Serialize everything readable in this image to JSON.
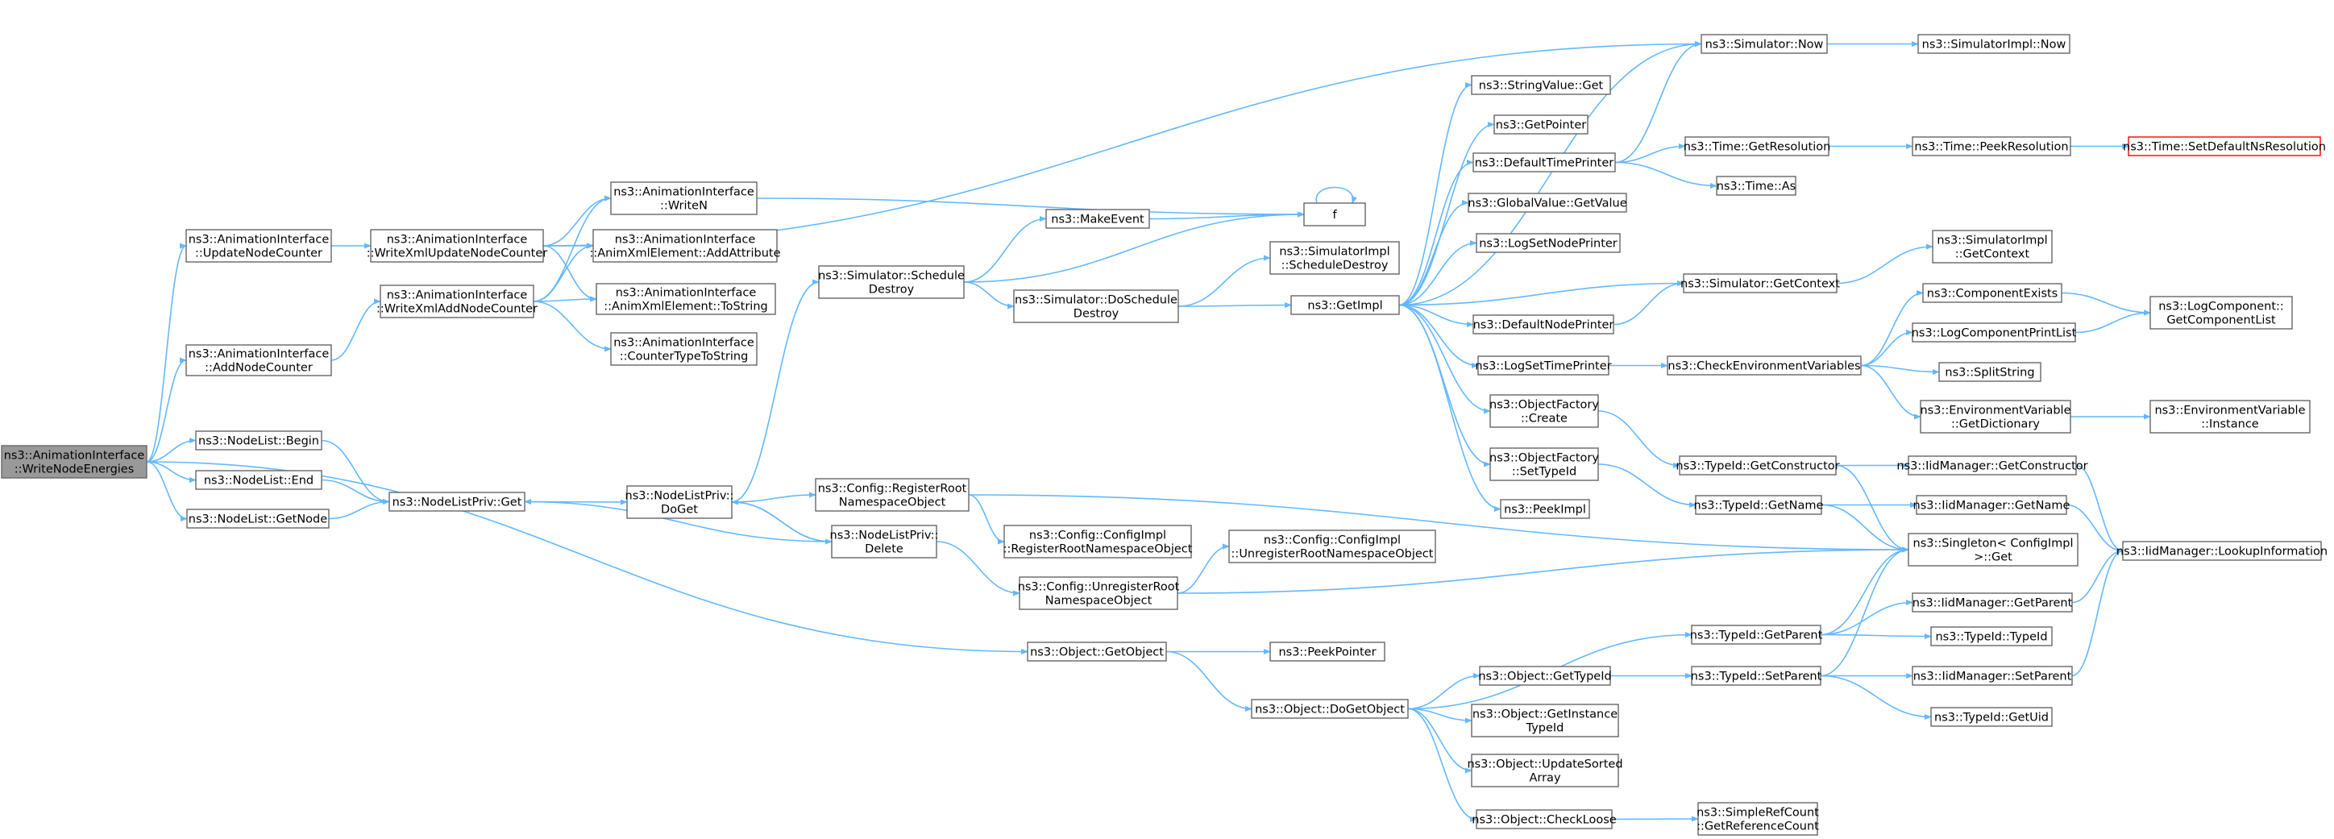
{
  "graph": {
    "root_color": "#999999",
    "edge_color": "#63b8ff",
    "highlight_color": "#ff0000",
    "nodes": [
      {
        "id": "root",
        "lines": [
          "ns3::AnimationInterface",
          "::WriteNodeEnergies"
        ]
      },
      {
        "id": "upd_counter",
        "lines": [
          "ns3::AnimationInterface",
          "::UpdateNodeCounter"
        ]
      },
      {
        "id": "add_counter",
        "lines": [
          "ns3::AnimationInterface",
          "::AddNodeCounter"
        ]
      },
      {
        "id": "nl_begin",
        "lines": [
          "ns3::NodeList::Begin"
        ]
      },
      {
        "id": "nl_end",
        "lines": [
          "ns3::NodeList::End"
        ]
      },
      {
        "id": "nl_getnode",
        "lines": [
          "ns3::NodeList::GetNode"
        ]
      },
      {
        "id": "wx_update",
        "lines": [
          "ns3::AnimationInterface",
          "::WriteXmlUpdateNodeCounter"
        ]
      },
      {
        "id": "wx_add",
        "lines": [
          "ns3::AnimationInterface",
          "::WriteXmlAddNodeCounter"
        ]
      },
      {
        "id": "nlp_get",
        "lines": [
          "ns3::NodeListPriv::Get"
        ]
      },
      {
        "id": "writen",
        "lines": [
          "ns3::AnimationInterface",
          "::WriteN"
        ]
      },
      {
        "id": "addattr",
        "lines": [
          "ns3::AnimationInterface",
          "::AnimXmlElement::AddAttribute"
        ]
      },
      {
        "id": "tostring",
        "lines": [
          "ns3::AnimationInterface",
          "::AnimXmlElement::ToString"
        ]
      },
      {
        "id": "ctype",
        "lines": [
          "ns3::AnimationInterface",
          "::CounterTypeToString"
        ]
      },
      {
        "id": "nlp_doget",
        "lines": [
          "ns3::NodeListPriv::",
          "DoGet"
        ]
      },
      {
        "id": "nlp_delete",
        "lines": [
          "ns3::NodeListPriv::",
          "Delete"
        ]
      },
      {
        "id": "sim_schedd",
        "lines": [
          "ns3::Simulator::Schedule",
          "Destroy"
        ]
      },
      {
        "id": "makeevent",
        "lines": [
          "ns3::MakeEvent"
        ]
      },
      {
        "id": "sim_dosched",
        "lines": [
          "ns3::Simulator::DoSchedule",
          "Destroy"
        ]
      },
      {
        "id": "cfg_reg",
        "lines": [
          "ns3::Config::RegisterRoot",
          "NamespaceObject"
        ]
      },
      {
        "id": "cfg_unreg",
        "lines": [
          "ns3::Config::UnregisterRoot",
          "NamespaceObject"
        ]
      },
      {
        "id": "cfgimpl_reg",
        "lines": [
          "ns3::Config::ConfigImpl",
          "::RegisterRootNamespaceObject"
        ]
      },
      {
        "id": "cfgimpl_unreg",
        "lines": [
          "ns3::Config::ConfigImpl",
          "::UnregisterRootNamespaceObject"
        ]
      },
      {
        "id": "obj_getobject",
        "lines": [
          "ns3::Object::GetObject"
        ]
      },
      {
        "id": "peekpointer",
        "lines": [
          "ns3::PeekPointer"
        ]
      },
      {
        "id": "obj_dogetobject",
        "lines": [
          "ns3::Object::DoGetObject"
        ]
      },
      {
        "id": "f",
        "lines": [
          "f"
        ]
      },
      {
        "id": "simimpl_sched",
        "lines": [
          "ns3::SimulatorImpl",
          "::ScheduleDestroy"
        ]
      },
      {
        "id": "getimpl",
        "lines": [
          "ns3::GetImpl"
        ]
      },
      {
        "id": "strval",
        "lines": [
          "ns3::StringValue::Get"
        ]
      },
      {
        "id": "getpointer",
        "lines": [
          "ns3::GetPointer"
        ]
      },
      {
        "id": "deftp",
        "lines": [
          "ns3::DefaultTimePrinter"
        ]
      },
      {
        "id": "globalval",
        "lines": [
          "ns3::GlobalValue::GetValue"
        ]
      },
      {
        "id": "logsetnp",
        "lines": [
          "ns3::LogSetNodePrinter"
        ]
      },
      {
        "id": "defnp",
        "lines": [
          "ns3::DefaultNodePrinter"
        ]
      },
      {
        "id": "logsettp",
        "lines": [
          "ns3::LogSetTimePrinter"
        ]
      },
      {
        "id": "of_create",
        "lines": [
          "ns3::ObjectFactory",
          "::Create"
        ]
      },
      {
        "id": "of_settid",
        "lines": [
          "ns3::ObjectFactory",
          "::SetTypeId"
        ]
      },
      {
        "id": "peekimpl",
        "lines": [
          "ns3::PeekImpl"
        ]
      },
      {
        "id": "obj_gettid",
        "lines": [
          "ns3::Object::GetTypeId"
        ]
      },
      {
        "id": "obj_getinst",
        "lines": [
          "ns3::Object::GetInstance",
          "TypeId"
        ]
      },
      {
        "id": "obj_updsorted",
        "lines": [
          "ns3::Object::UpdateSorted",
          "Array"
        ]
      },
      {
        "id": "obj_checkloose",
        "lines": [
          "ns3::Object::CheckLoose"
        ]
      },
      {
        "id": "sim_now",
        "lines": [
          "ns3::Simulator::Now"
        ]
      },
      {
        "id": "time_getres",
        "lines": [
          "ns3::Time::GetResolution"
        ]
      },
      {
        "id": "time_as",
        "lines": [
          "ns3::Time::As"
        ]
      },
      {
        "id": "sim_getctx",
        "lines": [
          "ns3::Simulator::GetContext"
        ]
      },
      {
        "id": "checkenv",
        "lines": [
          "ns3::CheckEnvironmentVariables"
        ]
      },
      {
        "id": "tid_getctor",
        "lines": [
          "ns3::TypeId::GetConstructor"
        ]
      },
      {
        "id": "tid_getname",
        "lines": [
          "ns3::TypeId::GetName"
        ]
      },
      {
        "id": "tid_getparent",
        "lines": [
          "ns3::TypeId::GetParent"
        ]
      },
      {
        "id": "tid_setparent",
        "lines": [
          "ns3::TypeId::SetParent"
        ]
      },
      {
        "id": "srefcount",
        "lines": [
          "ns3::SimpleRefCount",
          "::GetReferenceCount"
        ]
      },
      {
        "id": "simimpl_now",
        "lines": [
          "ns3::SimulatorImpl::Now"
        ]
      },
      {
        "id": "time_peekres",
        "lines": [
          "ns3::Time::PeekResolution"
        ]
      },
      {
        "id": "simimpl_getctx",
        "lines": [
          "ns3::SimulatorImpl",
          "::GetContext"
        ]
      },
      {
        "id": "compexists",
        "lines": [
          "ns3::ComponentExists"
        ]
      },
      {
        "id": "logcompprint",
        "lines": [
          "ns3::LogComponentPrintList"
        ]
      },
      {
        "id": "splitstring",
        "lines": [
          "ns3::SplitString"
        ]
      },
      {
        "id": "envvar_getdict",
        "lines": [
          "ns3::EnvironmentVariable",
          "::GetDictionary"
        ]
      },
      {
        "id": "iidm_getctor",
        "lines": [
          "ns3::IidManager::GetConstructor"
        ]
      },
      {
        "id": "iidm_getname",
        "lines": [
          "ns3::IidManager::GetName"
        ]
      },
      {
        "id": "singleton",
        "lines": [
          "ns3::Singleton< ConfigImpl",
          " >::Get"
        ]
      },
      {
        "id": "iidm_getparent",
        "lines": [
          "ns3::IidManager::GetParent"
        ]
      },
      {
        "id": "tid_typeid",
        "lines": [
          "ns3::TypeId::TypeId"
        ]
      },
      {
        "id": "iidm_setparent",
        "lines": [
          "ns3::IidManager::SetParent"
        ]
      },
      {
        "id": "tid_getuid",
        "lines": [
          "ns3::TypeId::GetUid"
        ]
      },
      {
        "id": "time_setdef",
        "lines": [
          "ns3::Time::SetDefaultNsResolution"
        ]
      },
      {
        "id": "logcomp_getlist",
        "lines": [
          "ns3::LogComponent::",
          "GetComponentList"
        ]
      },
      {
        "id": "envvar_instance",
        "lines": [
          "ns3::EnvironmentVariable",
          "::Instance"
        ]
      },
      {
        "id": "iidm_lookup",
        "lines": [
          "ns3::IidManager::LookupInformation"
        ]
      }
    ]
  }
}
